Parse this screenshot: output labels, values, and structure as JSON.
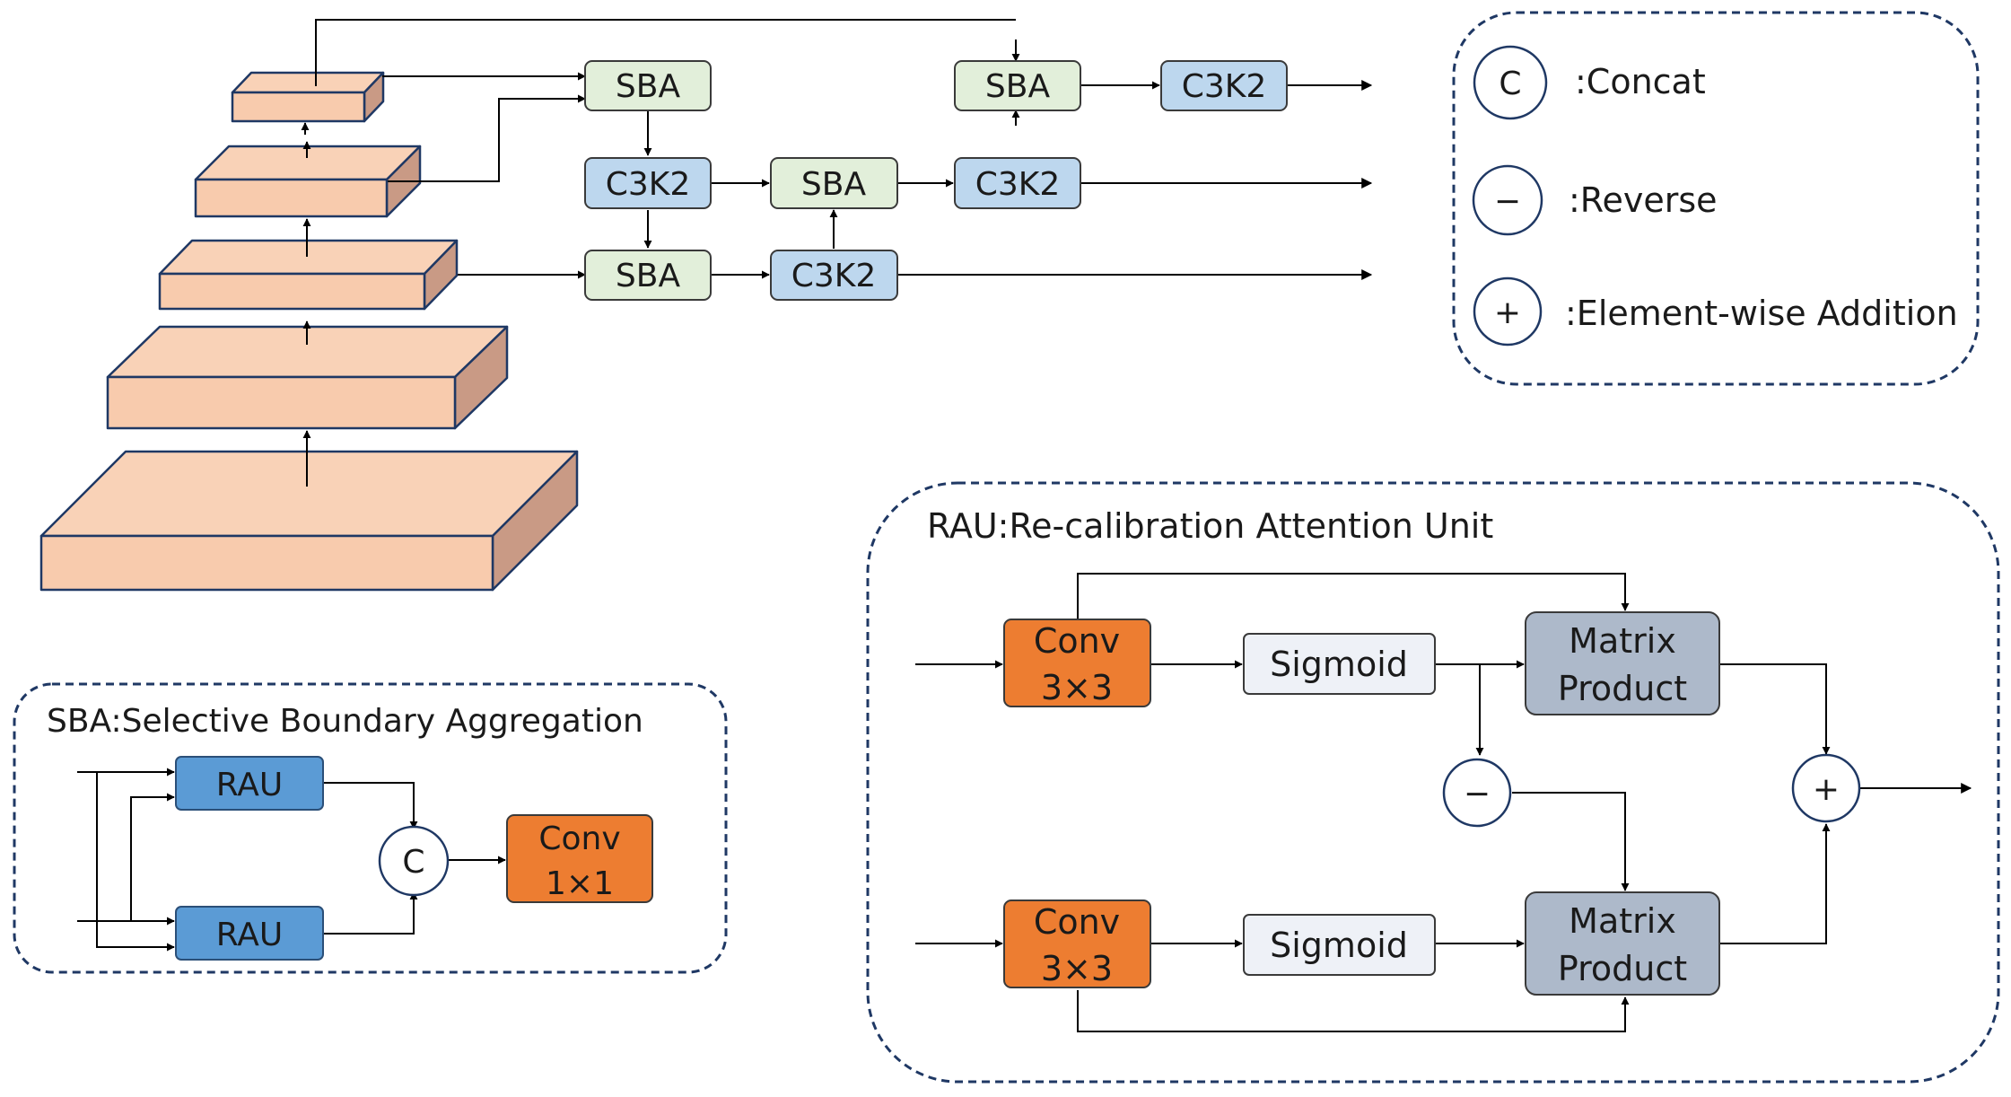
{
  "colors": {
    "sba_fill": "#e2efda",
    "c3k2_fill": "#bdd7ee",
    "block_stroke": "#3a3a3a",
    "pyramid_front": "#f8cbad",
    "pyramid_top": "#f9d2b7",
    "pyramid_side": "#c99a85",
    "pyramid_stroke": "#1f3864",
    "rau_fill": "#5b9bd5",
    "conv_fill": "#ed7d31",
    "sigmoid_fill": "#eef1f7",
    "matrix_fill": "#adb9ca",
    "dashed_border": "#1f3864",
    "arrow": "#000000"
  },
  "backbone": {
    "levels": 5
  },
  "neck": {
    "sba_label": "SBA",
    "c3k2_label": "C3K2"
  },
  "legend": {
    "items": [
      {
        "symbol": "C",
        "description": ":Concat"
      },
      {
        "symbol": "−",
        "description": ":Reverse"
      },
      {
        "symbol": "+",
        "description": ":Element-wise Addition"
      }
    ]
  },
  "sba_module": {
    "title": "SBA:Selective Boundary Aggregation",
    "rau_label": "RAU",
    "concat_symbol": "C",
    "conv_line1": "Conv",
    "conv_line2": "1×1"
  },
  "rau_module": {
    "title": "RAU:Re-calibration Attention Unit",
    "conv_line1": "Conv",
    "conv_line2": "3×3",
    "sigmoid_label": "Sigmoid",
    "matrix_line1": "Matrix",
    "matrix_line2": "Product",
    "reverse_symbol": "−",
    "add_symbol": "+"
  }
}
